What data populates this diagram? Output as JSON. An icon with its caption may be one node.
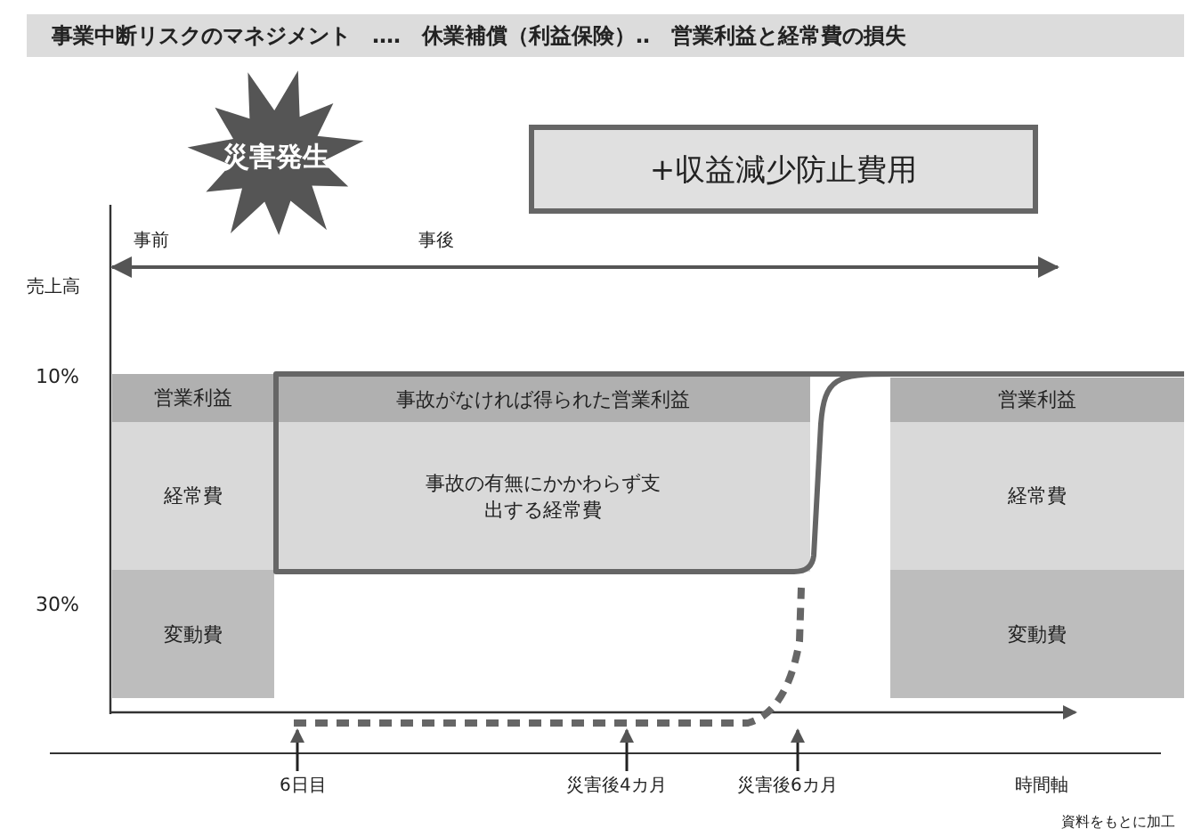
{
  "diagram": {
    "title": "事業中断リスクのマネジメント　‥‥　休業補償（利益保険）‥　営業利益と経常費の損失",
    "nodes": [
      {
        "text": [
          "災害発生"
        ]
      },
      {
        "text": [
          "+収益減少防止費用"
        ]
      },
      {
        "text": [
          "営業利益"
        ]
      },
      {
        "text": [
          "経常費"
        ]
      },
      {
        "text": [
          "変動費"
        ]
      },
      {
        "text": [
          "事故がなければ得られた営業利益"
        ]
      },
      {
        "text": [
          "事故の有無にかかわらず支出する経常費"
        ]
      },
      {
        "text": [
          "営業利益"
        ]
      },
      {
        "text": [
          "経常費"
        ]
      },
      {
        "text": [
          "変動費"
        ]
      }
    ],
    "labels": [
      "事前",
      "事後",
      "売上高",
      "10%",
      "30%",
      "6日目",
      "災害後4カ月",
      "災害後6カ月",
      "時間軸",
      "資料をもとに加工"
    ]
  }
}
